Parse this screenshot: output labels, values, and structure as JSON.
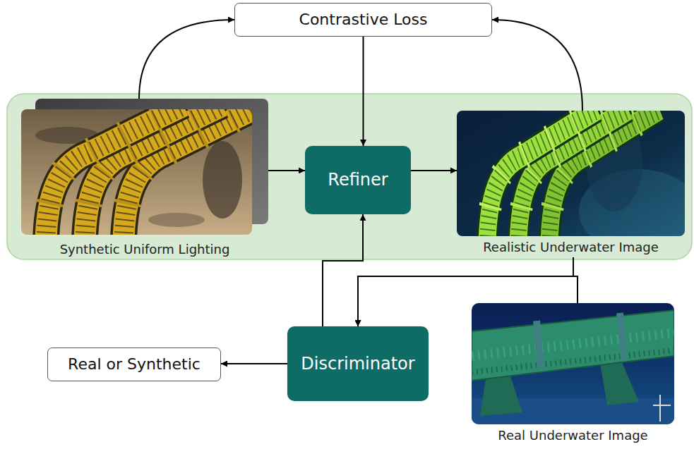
{
  "diagram": {
    "nodes": [
      {
        "text": [
          "Contrastive Loss"
        ]
      },
      {
        "text": [
          "Synthetic Uniform Lighting"
        ]
      },
      {
        "text": [
          "Refiner"
        ]
      },
      {
        "text": [
          "Realistic Underwater Image"
        ]
      },
      {
        "text": [
          "Discriminator"
        ]
      },
      {
        "text": [
          "Real or Synthetic"
        ]
      },
      {
        "text": [
          "Real Underwater Image"
        ]
      }
    ],
    "edges": [
      {
        "from": 1,
        "to": 0,
        "arrow": "to"
      },
      {
        "from": 3,
        "to": 0,
        "arrow": "to"
      },
      {
        "from": 0,
        "to": 2,
        "arrow": "to"
      },
      {
        "from": 1,
        "to": 2,
        "arrow": "to"
      },
      {
        "from": 2,
        "to": 3,
        "arrow": "to"
      },
      {
        "from": 3,
        "to": 4,
        "arrow": "to"
      },
      {
        "from": 6,
        "to": 4,
        "arrow": "to"
      },
      {
        "from": 4,
        "to": 2,
        "arrow": "to"
      },
      {
        "from": 4,
        "to": 5,
        "arrow": "to"
      }
    ]
  }
}
